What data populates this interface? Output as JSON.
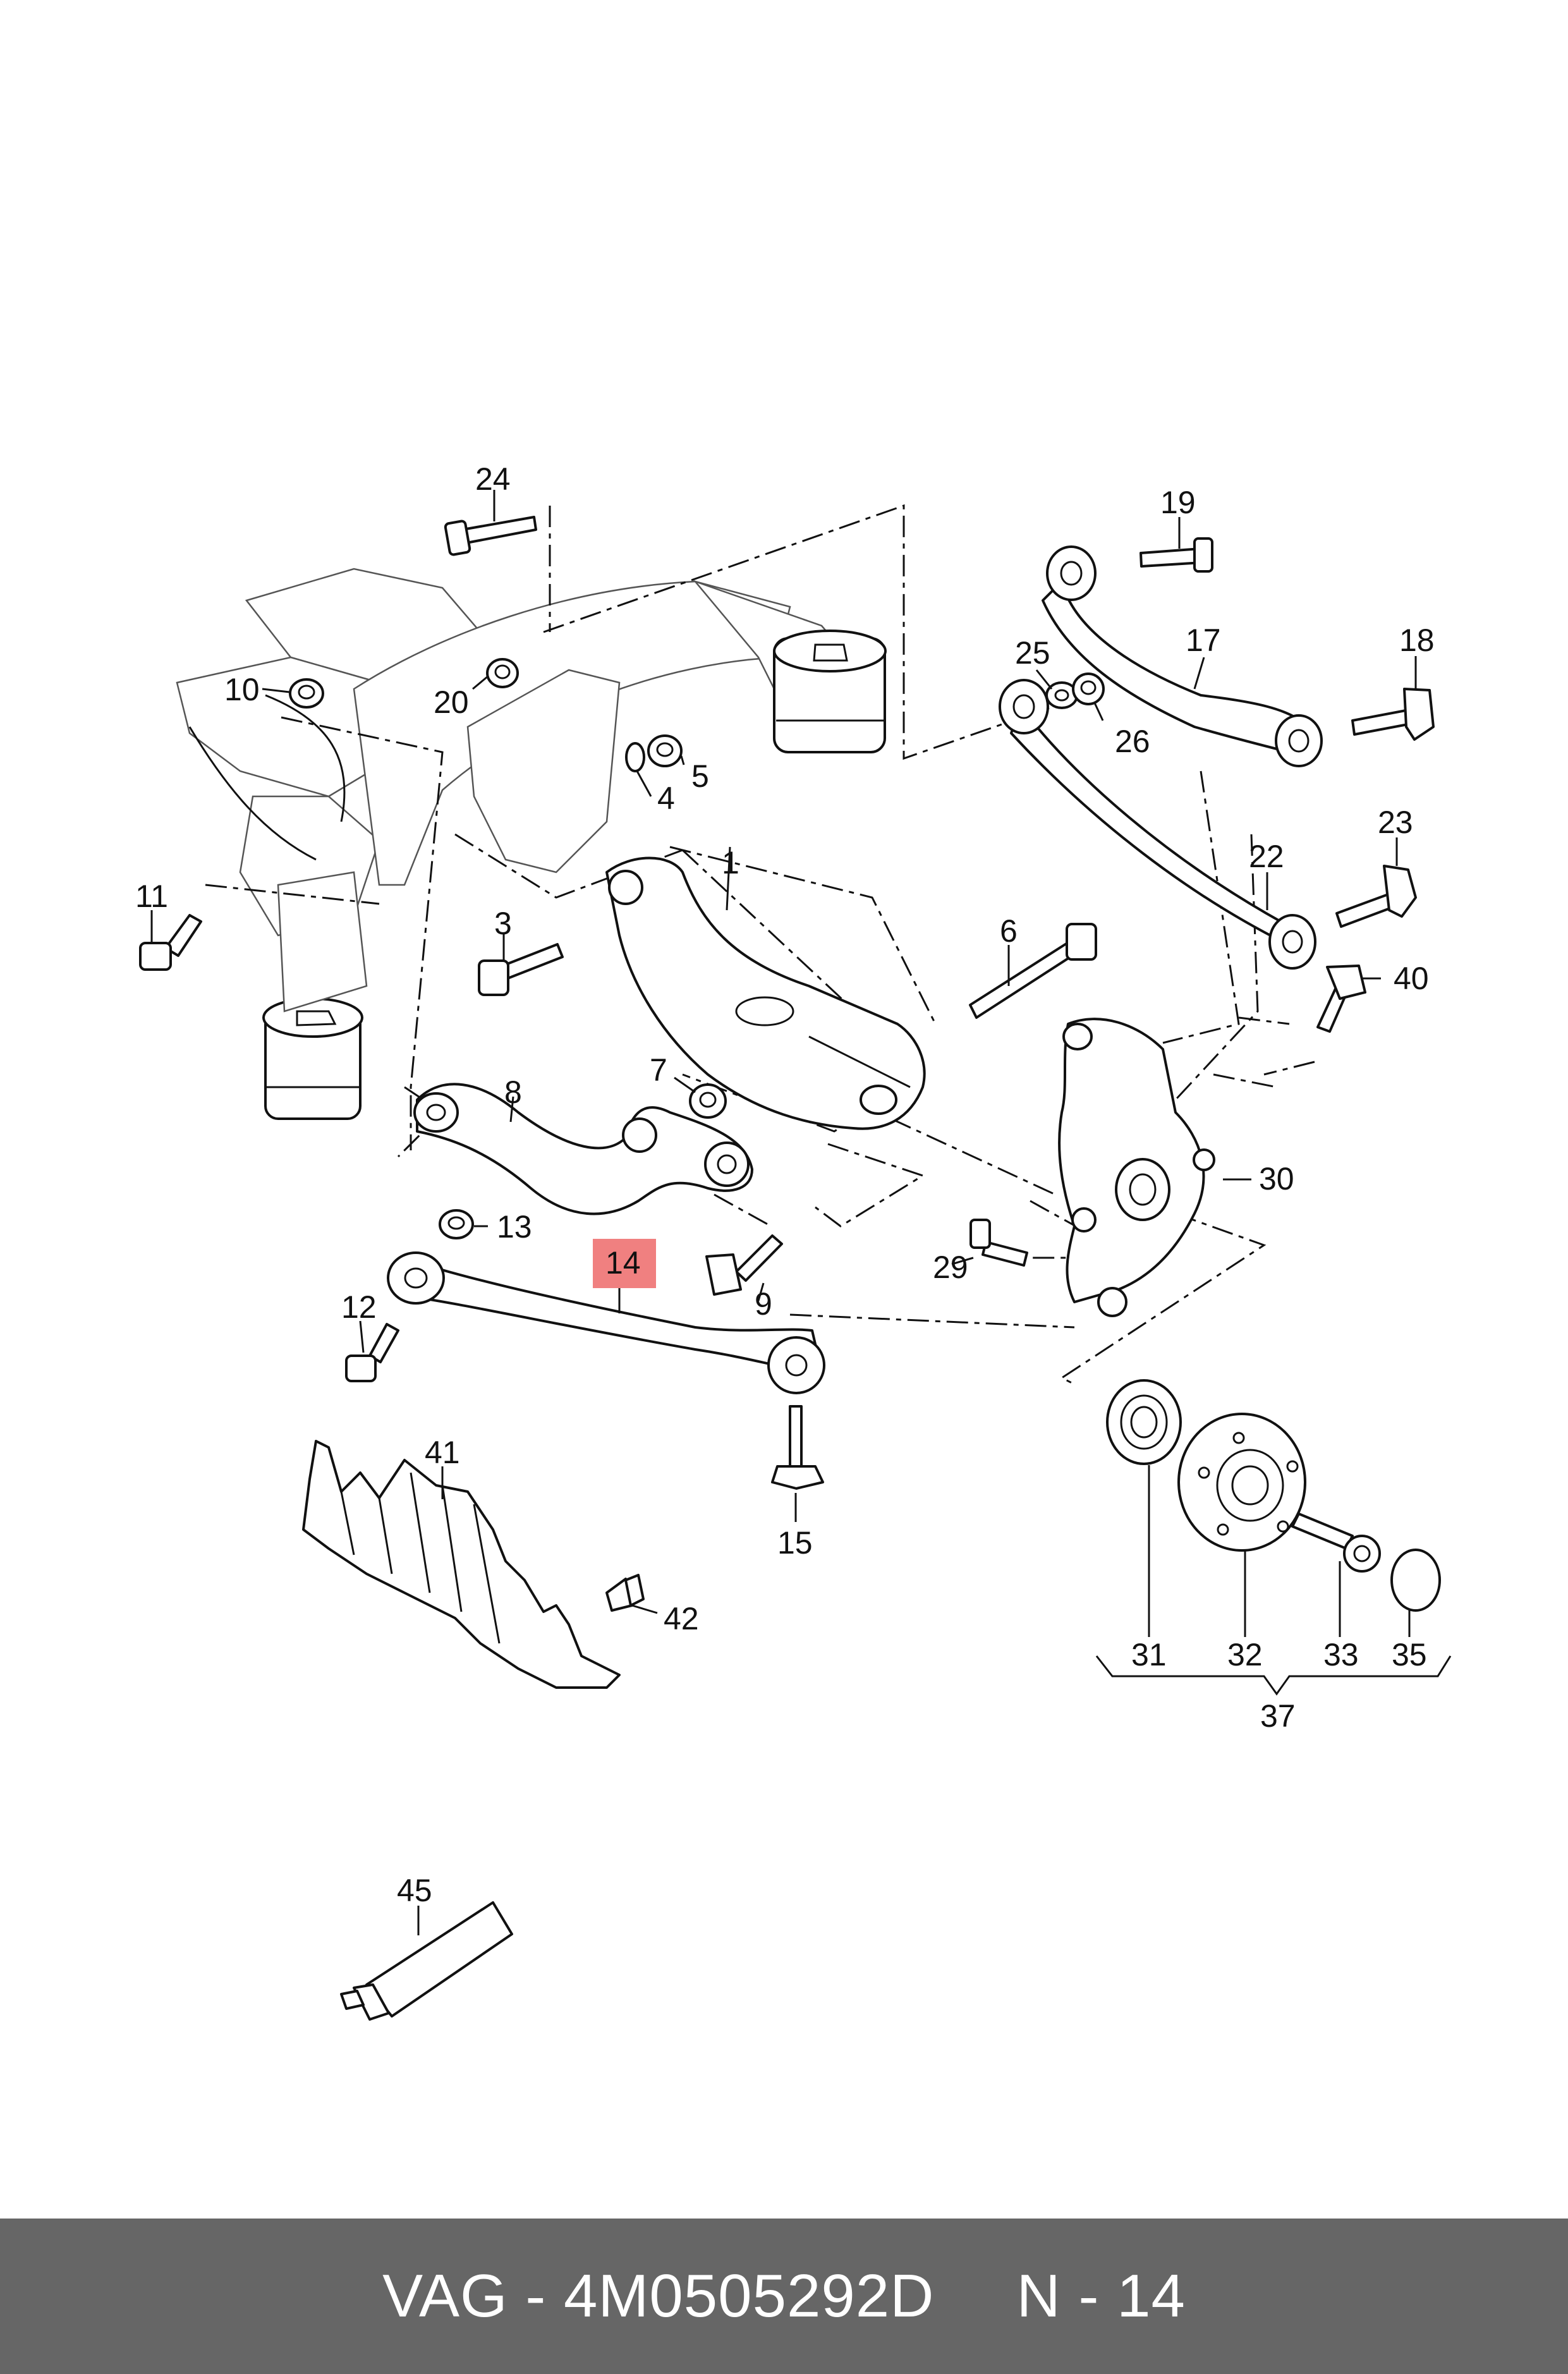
{
  "labels": [
    {
      "id": "24",
      "text": "24"
    },
    {
      "id": "19",
      "text": "19"
    },
    {
      "id": "10",
      "text": "10"
    },
    {
      "id": "20",
      "text": "20"
    },
    {
      "id": "25",
      "text": "25"
    },
    {
      "id": "17",
      "text": "17"
    },
    {
      "id": "18",
      "text": "18"
    },
    {
      "id": "26",
      "text": "26"
    },
    {
      "id": "5",
      "text": "5"
    },
    {
      "id": "4",
      "text": "4"
    },
    {
      "id": "11",
      "text": "11"
    },
    {
      "id": "1",
      "text": "1"
    },
    {
      "id": "22",
      "text": "22"
    },
    {
      "id": "23",
      "text": "23"
    },
    {
      "id": "3",
      "text": "3"
    },
    {
      "id": "6",
      "text": "6"
    },
    {
      "id": "40",
      "text": "40"
    },
    {
      "id": "7",
      "text": "7"
    },
    {
      "id": "8",
      "text": "8"
    },
    {
      "id": "30",
      "text": "30"
    },
    {
      "id": "13",
      "text": "13"
    },
    {
      "id": "14",
      "text": "14"
    },
    {
      "id": "29",
      "text": "29"
    },
    {
      "id": "12",
      "text": "12"
    },
    {
      "id": "9",
      "text": "9"
    },
    {
      "id": "41",
      "text": "41"
    },
    {
      "id": "15",
      "text": "15"
    },
    {
      "id": "42",
      "text": "42"
    },
    {
      "id": "31",
      "text": "31"
    },
    {
      "id": "32",
      "text": "32"
    },
    {
      "id": "33",
      "text": "33"
    },
    {
      "id": "35",
      "text": "35"
    },
    {
      "id": "37",
      "text": "37"
    },
    {
      "id": "45",
      "text": "45"
    }
  ],
  "highlight": {
    "label": "14",
    "color": "#f08080"
  },
  "footer": {
    "brand": "VAG - 4M0505292D",
    "position": "N - 14"
  }
}
